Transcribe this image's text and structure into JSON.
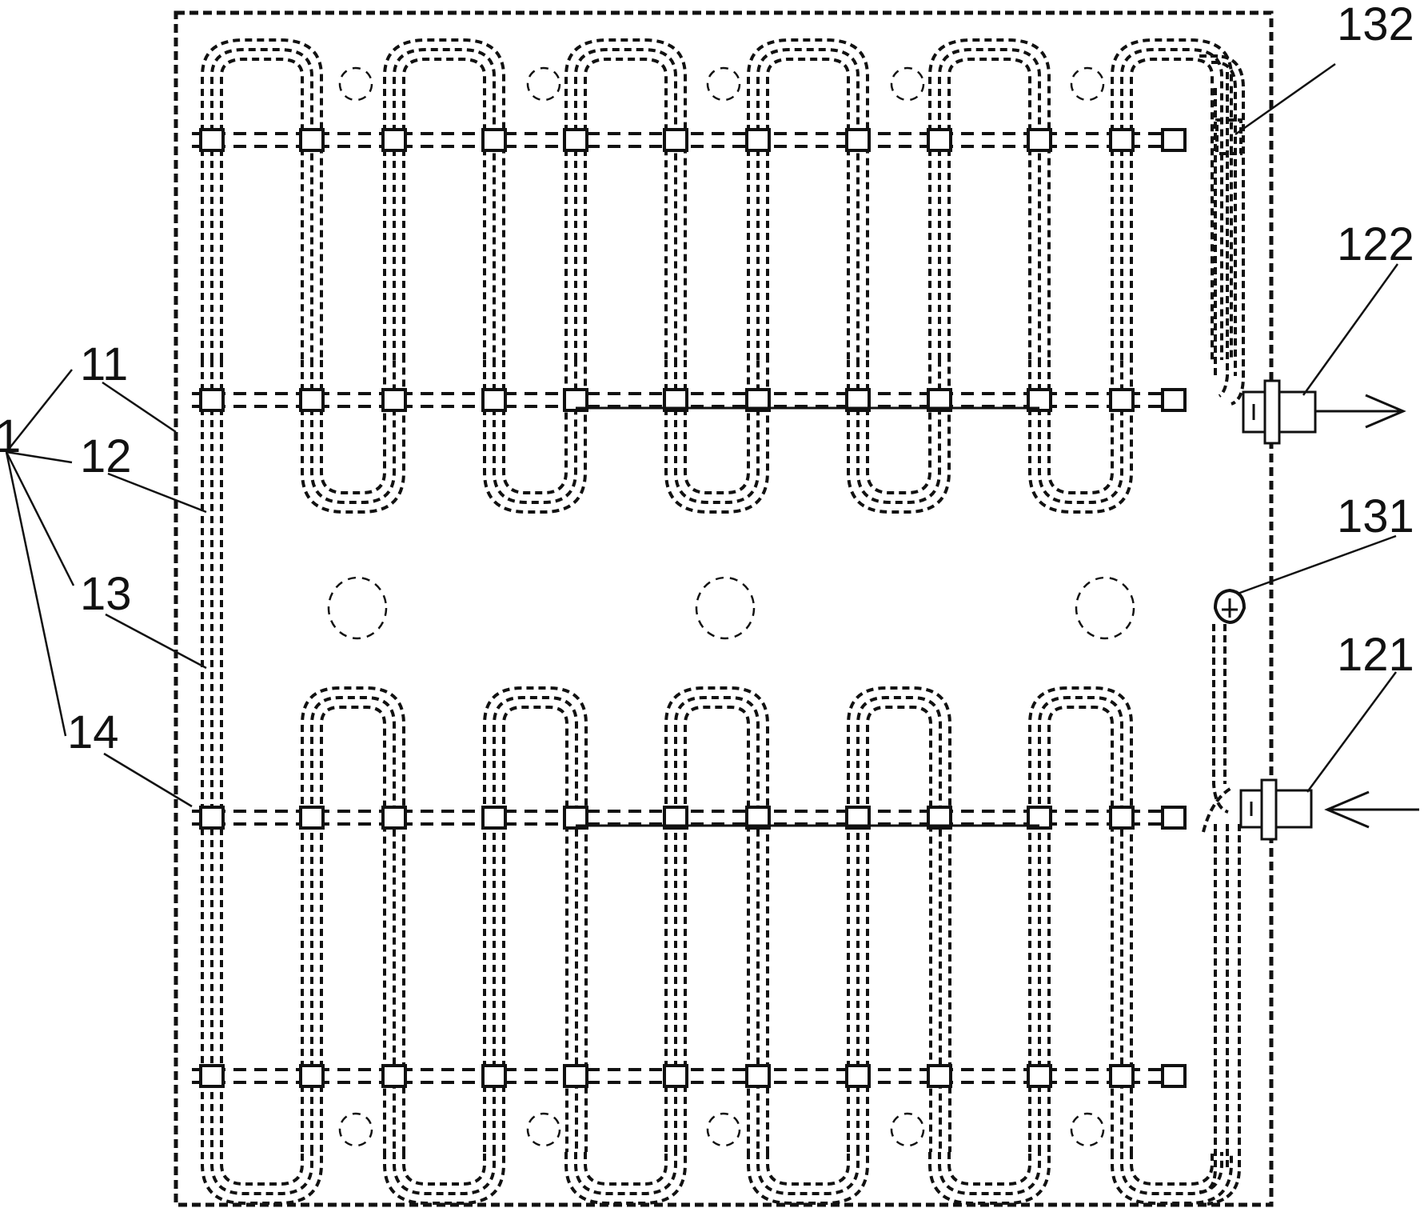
{
  "figure": {
    "ink_color": "#111111",
    "background_color": "#ffffff",
    "labels": {
      "main": "1",
      "l11": "11",
      "l12": "12",
      "l13": "13",
      "l14": "14",
      "l121": "121",
      "l122": "122",
      "l131": "131",
      "l132": "132"
    },
    "components": {
      "panel_outline": "dashed-rectangle",
      "tubes": "serpentine-dashed-tube",
      "crossbars": "dashed-crossbar",
      "supports": "dashed-circle",
      "inlet": "pipe-fitting",
      "outlet": "pipe-fitting",
      "inlet_arrow": "arrow-left",
      "outlet_arrow": "arrow-right"
    }
  }
}
